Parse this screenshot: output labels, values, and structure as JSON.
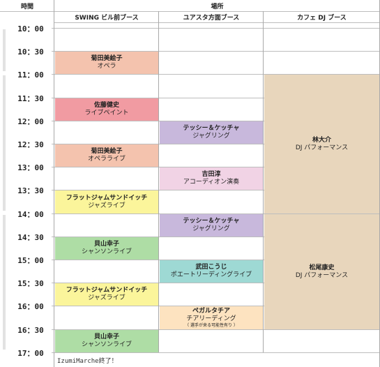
{
  "header": {
    "time_label": "時間",
    "place_label": "場所",
    "venues": [
      "SWING ビル前ブース",
      "ユアスタ方面ブース",
      "カフェ DJ ブース"
    ]
  },
  "times": [
    "10：00",
    "10：30",
    "11：00",
    "11：30",
    "12：00",
    "12：30",
    "13：00",
    "13：30",
    "14：00",
    "14：30",
    "15：00",
    "15：30",
    "16：00",
    "16：30",
    "17：00"
  ],
  "colors": {
    "pink": "#f4c3ae",
    "red": "#f19ba2",
    "purple": "#c8b8dc",
    "lilac": "#f1d3e5",
    "yellow": "#fbf59b",
    "green": "#aedda5",
    "cyan": "#9ed9d4",
    "peach": "#fde3c0",
    "tan": "#e8d6bc"
  },
  "events": [
    {
      "venue": 0,
      "start": 1,
      "end": 2,
      "name": "菊田美絵子",
      "act": "オペラ",
      "color": "pink"
    },
    {
      "venue": 0,
      "start": 3,
      "end": 4,
      "name": "佐藤健史",
      "act": "ライブペイント",
      "color": "red"
    },
    {
      "venue": 0,
      "start": 5,
      "end": 6,
      "name": "菊田美絵子",
      "act": "オペラライブ",
      "color": "pink"
    },
    {
      "venue": 0,
      "start": 7,
      "end": 8,
      "name": "フラットジャムサンドイッチ",
      "act": "ジャズライブ",
      "color": "yellow"
    },
    {
      "venue": 0,
      "start": 9,
      "end": 10,
      "name": "貝山幸子",
      "act": "シャンソンライブ",
      "color": "green"
    },
    {
      "venue": 0,
      "start": 11,
      "end": 12,
      "name": "フラットジャムサンドイッチ",
      "act": "ジャズライブ",
      "color": "yellow"
    },
    {
      "venue": 0,
      "start": 13,
      "end": 14,
      "name": "貝山幸子",
      "act": "シャンソンライブ",
      "color": "green"
    },
    {
      "venue": 1,
      "start": 4,
      "end": 5,
      "name": "テッシー＆ケッチャ",
      "act": "ジャグリング",
      "color": "purple"
    },
    {
      "venue": 1,
      "start": 6,
      "end": 7,
      "name": "吉田淳",
      "act": "アコーディオン演奏",
      "color": "lilac"
    },
    {
      "venue": 1,
      "start": 8,
      "end": 9,
      "name": "テッシー＆ケッチャ",
      "act": "ジャグリング",
      "color": "purple"
    },
    {
      "venue": 1,
      "start": 10,
      "end": 11,
      "name": "武田こうじ",
      "act": "ポエートリーディングライブ",
      "color": "cyan"
    },
    {
      "venue": 1,
      "start": 12,
      "end": 13,
      "name": "ペガルタチア",
      "act": "チアリーディング",
      "note": "（ 選手が来る可能性有り ）",
      "color": "peach"
    },
    {
      "venue": 2,
      "start": 2,
      "end": 8,
      "name": "林大介",
      "act": "DJ パフォーマンス",
      "color": "tan"
    },
    {
      "venue": 2,
      "start": 8,
      "end": 13,
      "name": "松尾康史",
      "act": "DJ パフォーマンス",
      "color": "tan"
    }
  ],
  "footer": "IzumiMarche終了！"
}
